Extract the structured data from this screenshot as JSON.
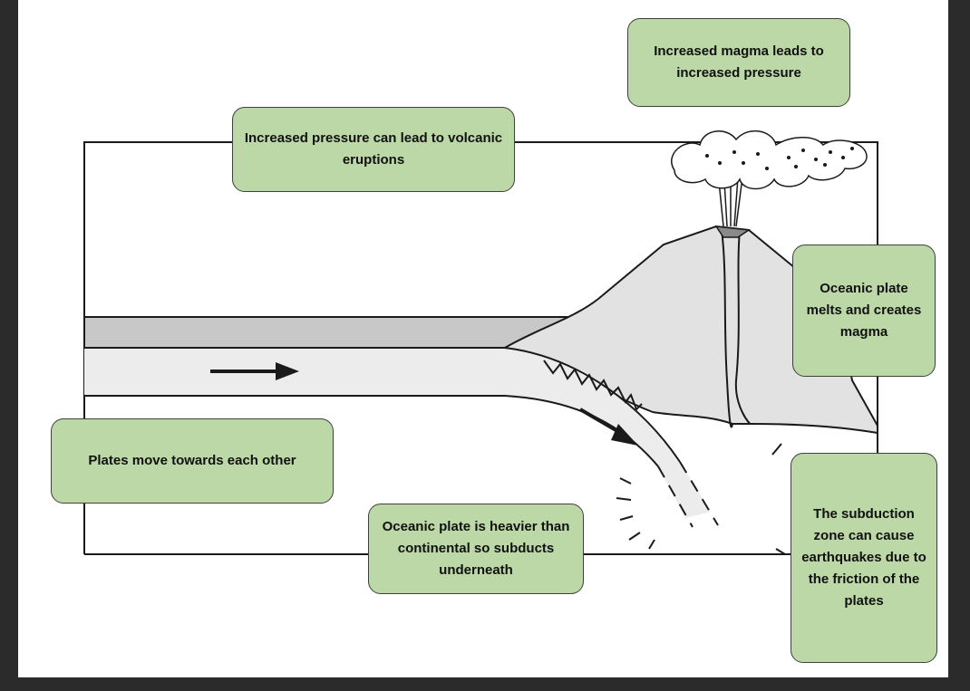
{
  "labels": {
    "magma_pressure": "Increased magma leads to increased pressure",
    "eruptions": "Increased pressure can lead to volcanic eruptions",
    "plate_melts": "Oceanic plate melts and creates magma",
    "plates_move": "Plates move towards each other",
    "heavier": "Oceanic plate is heavier than continental so subducts underneath",
    "earthquakes": "The subduction zone can cause earthquakes due to the friction of the plates"
  },
  "colors": {
    "box_fill": "#bcd8a6",
    "box_border": "#3f3f3f",
    "continental_crust": "#c8c8c8",
    "oceanic_plate": "#ececec",
    "volcano": "#e2e2e2",
    "line": "#1a1a1a"
  },
  "icons": [
    "arrow-right-icon",
    "arrow-down-right-icon",
    "ash-cloud-icon"
  ]
}
